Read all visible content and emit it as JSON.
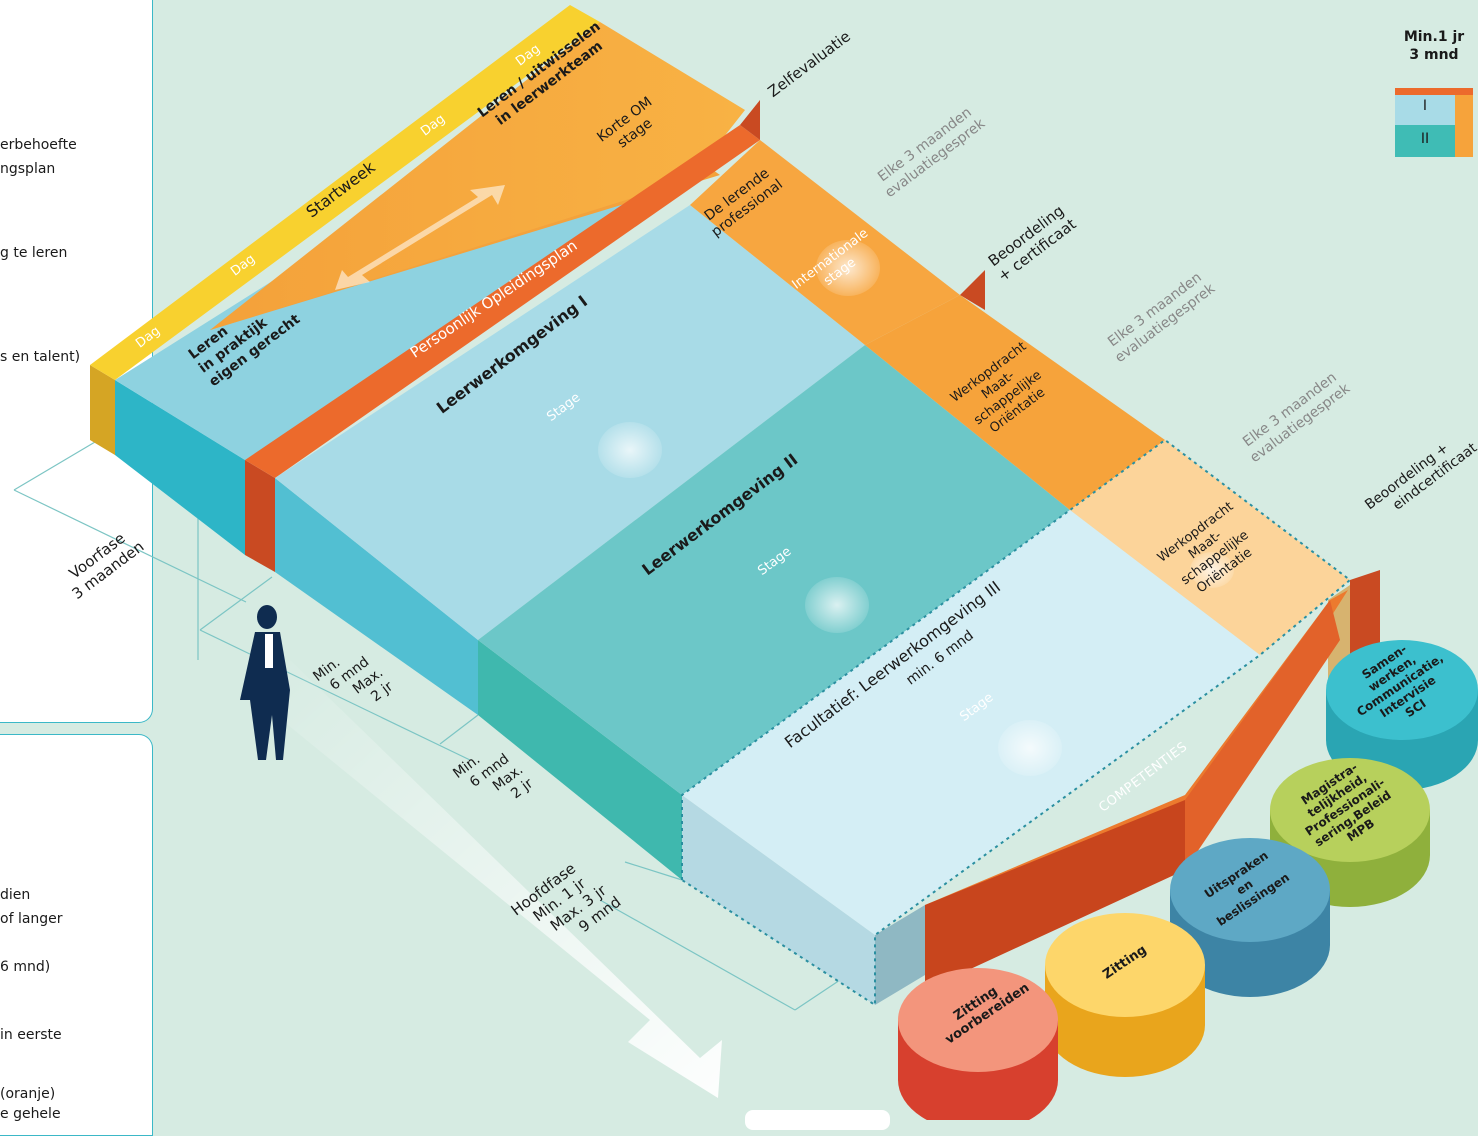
{
  "left_panel": {
    "top_lines": [
      "erbehoefte",
      "ngsplan",
      "g te leren",
      "s en talent)"
    ],
    "bottom_lines": [
      "dien",
      "of langer",
      "6 mnd)",
      "in eerste",
      "(oranje)",
      "e gehele"
    ]
  },
  "legend": {
    "title_line1": "Min.1 jr",
    "title_line2": "3 mnd",
    "row1": "I",
    "row2": "II"
  },
  "strip": {
    "days": [
      "Dag",
      "Dag",
      "Startweek",
      "Dag",
      "Dag"
    ],
    "korte_om": [
      "Korte OM",
      "stage"
    ],
    "leren_uitwisselen": [
      "Leren / uitwisselen",
      "in leerwerkteam"
    ],
    "leren_praktijk": [
      "Leren",
      "in praktijk",
      "eigen gerecht"
    ],
    "persoonlijk": "Persoonlijk Opleidingsplan"
  },
  "orange_blocks": {
    "lerende": [
      "De lerende",
      "professional"
    ],
    "internationale": [
      "Internationale",
      "stage"
    ],
    "werkopdracht1": [
      "Werkopdracht",
      "Maat-",
      "schappelijke",
      "Oriëntatie"
    ],
    "werkopdracht2": [
      "Werkopdracht",
      "Maat-",
      "schappelijke",
      "Oriëntatie"
    ]
  },
  "milestones": {
    "zelfevaluatie": "Zelfevaluatie",
    "eval1": [
      "Elke 3 maanden",
      "evaluatiegesprek"
    ],
    "beoordeling": [
      "Beoordeling",
      "+ certificaat"
    ],
    "eval2": [
      "Elke 3 maanden",
      "evaluatiegesprek"
    ],
    "eval3": [
      "Elke 3 maanden",
      "evaluatiegesprek"
    ],
    "eindcertificaat": [
      "Beoordeling +",
      "eindcertificaat"
    ]
  },
  "blue_blocks": {
    "lo1": "Leerwerkomgeving I",
    "lo2": "Leerwerkomgeving II",
    "lo3": "Facultatief:  Leerwerkomgeving III",
    "lo3_sub": "min. 6 mnd",
    "stage": "Stage"
  },
  "timeline": {
    "voorfase": [
      "Voorfase",
      "3 maanden"
    ],
    "dur1": [
      "Min.",
      "6 mnd",
      "Max.",
      "2 jr"
    ],
    "dur2": [
      "Min.",
      "6 mnd",
      "Max.",
      "2 jr"
    ],
    "hoofdfase": [
      "Hoofdfase",
      "Min. 1 jr",
      "Max. 3 jr",
      "9 mnd"
    ]
  },
  "competenties": {
    "label": "COMPETENTIES",
    "cylinders": [
      {
        "lines": [
          "Zitting",
          "voorbereiden"
        ]
      },
      {
        "lines": [
          "Zitting"
        ]
      },
      {
        "lines": [
          "Uitspraken",
          "en",
          "beslissingen"
        ]
      },
      {
        "lines": [
          "Magistra-",
          "telijkheid,",
          "Professionali-",
          "sering,Beleid",
          "MPB"
        ]
      },
      {
        "lines": [
          "Samen-",
          "werken,",
          "Communicatie,",
          "Intervisie",
          "SCI"
        ]
      }
    ]
  },
  "colors": {
    "background": "#d6ebe2",
    "panel_border": "#3bb8c7",
    "light_blue": "#a9dde8",
    "teal": "#67c7c6",
    "pale_blue": "#d4eef5",
    "orange": "#f6a33b",
    "dark_orange": "#e4662a",
    "yellow": "#f8d12f",
    "red": "#c8411f"
  }
}
